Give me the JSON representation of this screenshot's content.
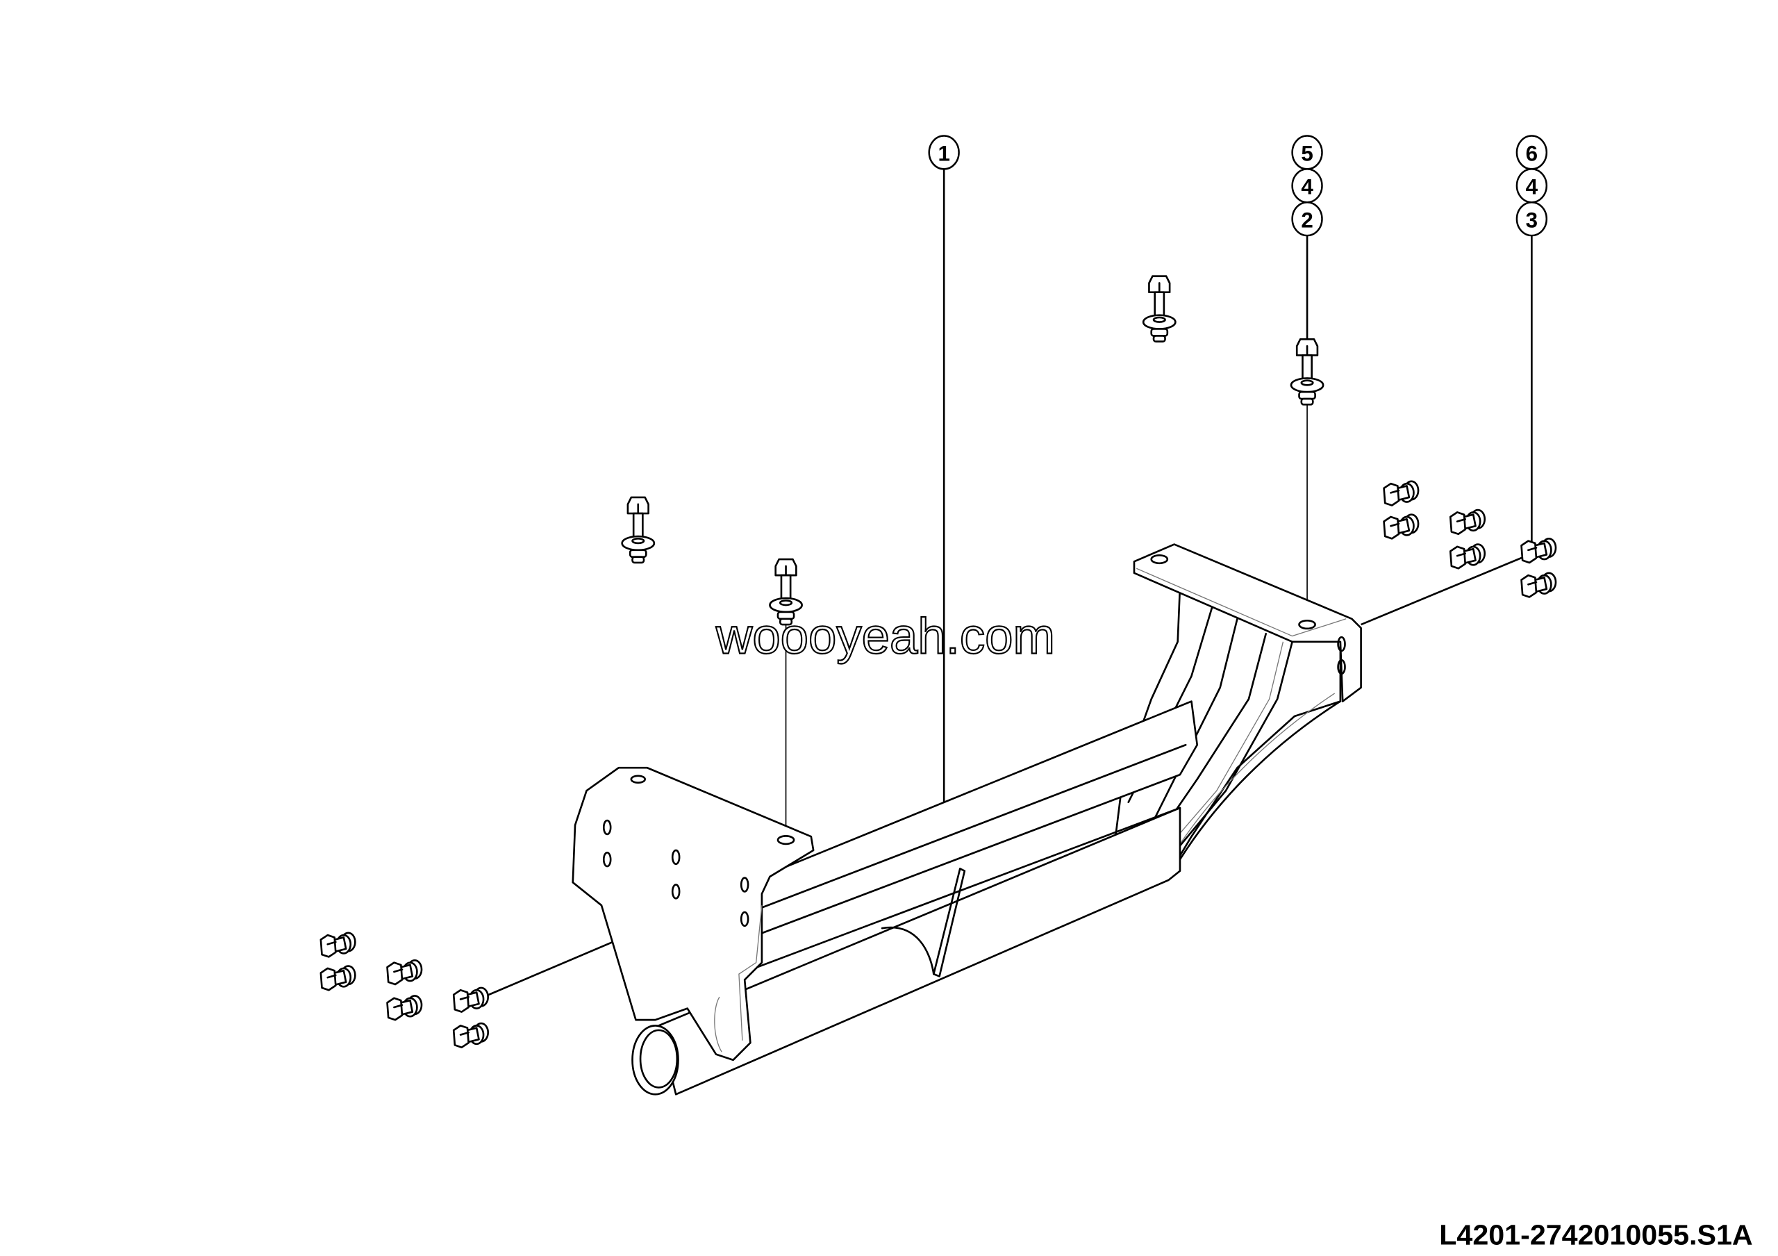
{
  "diagram": {
    "drawing_number": "L4201-2742010055.S1A",
    "watermark": "woooyeah.com",
    "callout_stacks": [
      {
        "id": "stack-part-1",
        "labels": [
          "1"
        ]
      },
      {
        "id": "stack-parts-5-4-2",
        "labels": [
          "5",
          "4",
          "2"
        ]
      },
      {
        "id": "stack-parts-6-4-3",
        "labels": [
          "6",
          "4",
          "3"
        ]
      }
    ],
    "colors": {
      "line": "#000000",
      "background": "#ffffff"
    }
  }
}
